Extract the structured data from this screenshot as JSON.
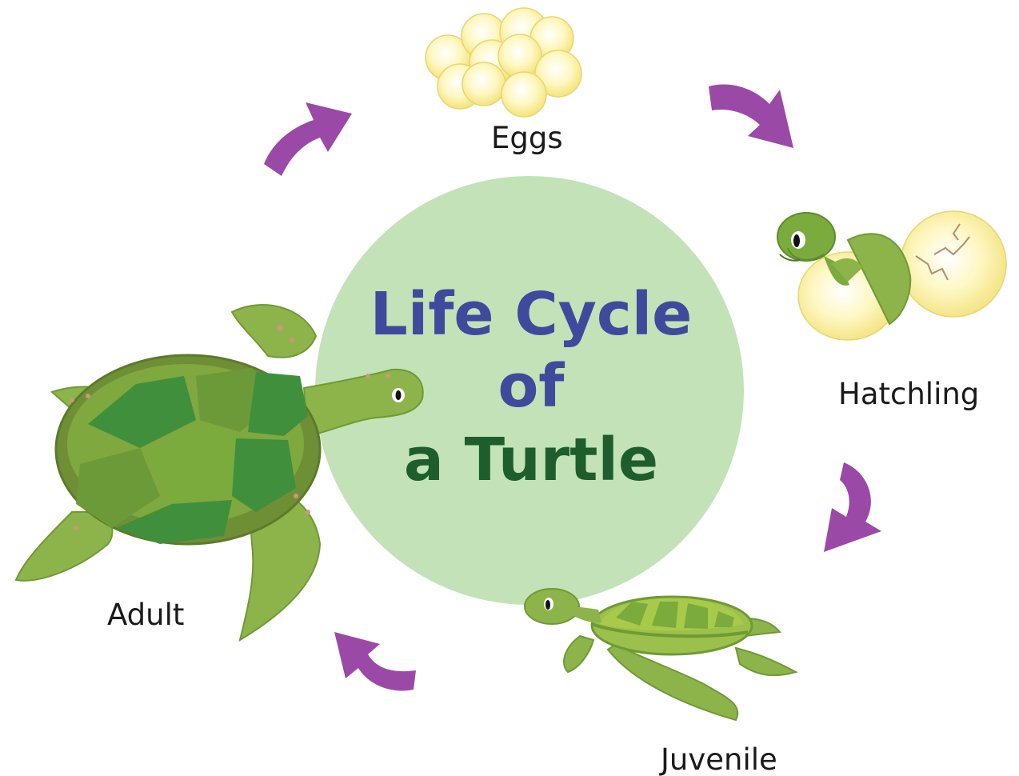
{
  "title": {
    "line1": "Life Cycle",
    "line2": "of",
    "line3": "a Turtle"
  },
  "stages": {
    "eggs": "Eggs",
    "hatchling": "Hatchling",
    "juvenile": "Juvenile",
    "adult": "Adult"
  },
  "colors": {
    "title_blue": "#3f4a9c",
    "title_green": "#1e5e2c",
    "circle": "#c3e2b8",
    "arrow": "#9a4aa6",
    "egg_fill": "#fff6b8",
    "shell_dark": "#3f8f3c",
    "shell_light": "#7aab3c",
    "skin": "#8cb44a"
  }
}
